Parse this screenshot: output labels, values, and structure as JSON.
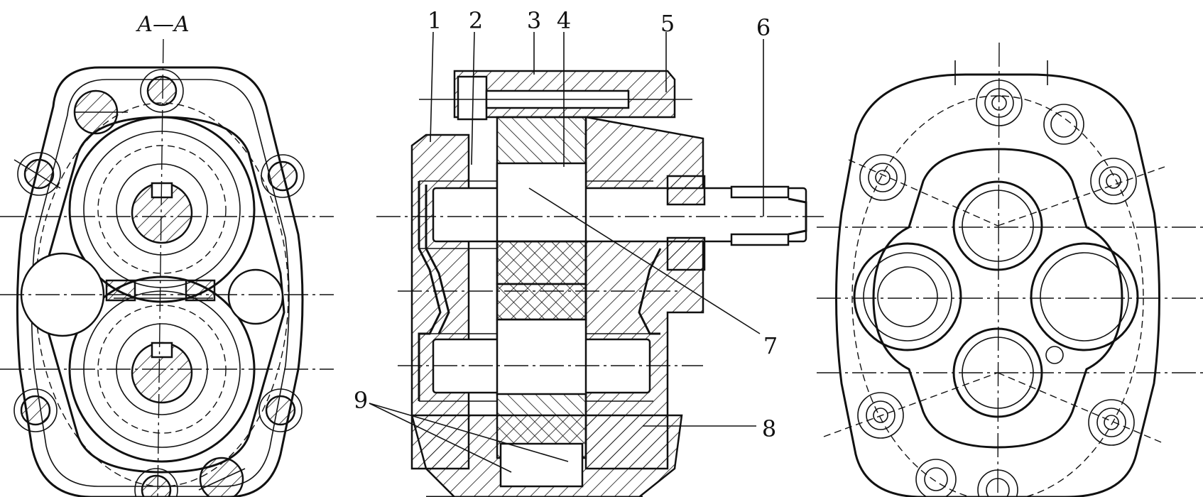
{
  "section_label": "A—A",
  "callouts": [
    "1",
    "2",
    "3",
    "4",
    "5",
    "6",
    "7",
    "8",
    "9"
  ]
}
